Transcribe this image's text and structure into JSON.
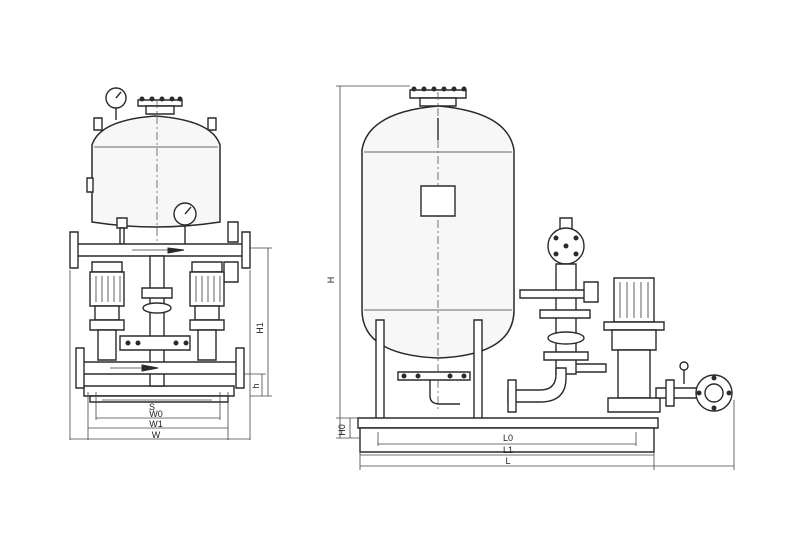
{
  "front_view": {
    "labels": {
      "s": "S",
      "w0": "W0",
      "w1": "W1",
      "w": "W",
      "h1": "H1",
      "h": "h"
    }
  },
  "side_view": {
    "labels": {
      "h": "H",
      "h0": "H0",
      "l0": "L0",
      "l1": "L1",
      "l": "L"
    }
  }
}
